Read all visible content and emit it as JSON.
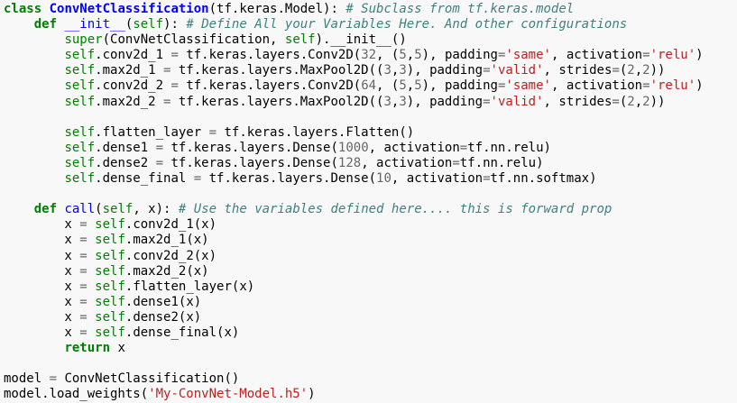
{
  "editor": {
    "language": "python",
    "background": "#f8f8f8",
    "token_colors": {
      "kw": "#008000",
      "cls": "#0000FF",
      "fn": "#0000FF",
      "bi": "#008000",
      "str": "#BA2121",
      "com": "#408080",
      "num": "#666666",
      "op": "#666666",
      "pl": "#000000"
    },
    "lines": [
      [
        {
          "t": "kw",
          "v": "class"
        },
        {
          "t": "pl",
          "v": " "
        },
        {
          "t": "cls",
          "v": "ConvNetClassification"
        },
        {
          "t": "pl",
          "v": "(tf.keras.Model): "
        },
        {
          "t": "com",
          "v": "# Subclass from tf.keras.model"
        }
      ],
      [
        {
          "t": "pl",
          "v": "    "
        },
        {
          "t": "kw",
          "v": "def"
        },
        {
          "t": "pl",
          "v": " "
        },
        {
          "t": "fn",
          "v": "__init__"
        },
        {
          "t": "pl",
          "v": "("
        },
        {
          "t": "bi",
          "v": "self"
        },
        {
          "t": "pl",
          "v": "): "
        },
        {
          "t": "com",
          "v": "# Define All your Variables Here. And other configurations"
        }
      ],
      [
        {
          "t": "pl",
          "v": "        "
        },
        {
          "t": "bi",
          "v": "super"
        },
        {
          "t": "pl",
          "v": "(ConvNetClassification, "
        },
        {
          "t": "bi",
          "v": "self"
        },
        {
          "t": "pl",
          "v": ").__init__()"
        }
      ],
      [
        {
          "t": "pl",
          "v": "        "
        },
        {
          "t": "bi",
          "v": "self"
        },
        {
          "t": "pl",
          "v": ".conv2d_1 "
        },
        {
          "t": "op",
          "v": "="
        },
        {
          "t": "pl",
          "v": " tf.keras.layers.Conv2D("
        },
        {
          "t": "num",
          "v": "32"
        },
        {
          "t": "pl",
          "v": ", ("
        },
        {
          "t": "num",
          "v": "5"
        },
        {
          "t": "pl",
          "v": ","
        },
        {
          "t": "num",
          "v": "5"
        },
        {
          "t": "pl",
          "v": "), padding"
        },
        {
          "t": "op",
          "v": "="
        },
        {
          "t": "str",
          "v": "'same'"
        },
        {
          "t": "pl",
          "v": ", activation"
        },
        {
          "t": "op",
          "v": "="
        },
        {
          "t": "str",
          "v": "'relu'"
        },
        {
          "t": "pl",
          "v": ")"
        }
      ],
      [
        {
          "t": "pl",
          "v": "        "
        },
        {
          "t": "bi",
          "v": "self"
        },
        {
          "t": "pl",
          "v": ".max2d_1 "
        },
        {
          "t": "op",
          "v": "="
        },
        {
          "t": "pl",
          "v": " tf.keras.layers.MaxPool2D(("
        },
        {
          "t": "num",
          "v": "3"
        },
        {
          "t": "pl",
          "v": ","
        },
        {
          "t": "num",
          "v": "3"
        },
        {
          "t": "pl",
          "v": "), padding"
        },
        {
          "t": "op",
          "v": "="
        },
        {
          "t": "str",
          "v": "'valid'"
        },
        {
          "t": "pl",
          "v": ", strides"
        },
        {
          "t": "op",
          "v": "="
        },
        {
          "t": "pl",
          "v": "("
        },
        {
          "t": "num",
          "v": "2"
        },
        {
          "t": "pl",
          "v": ","
        },
        {
          "t": "num",
          "v": "2"
        },
        {
          "t": "pl",
          "v": "))"
        }
      ],
      [
        {
          "t": "pl",
          "v": "        "
        },
        {
          "t": "bi",
          "v": "self"
        },
        {
          "t": "pl",
          "v": ".conv2d_2 "
        },
        {
          "t": "op",
          "v": "="
        },
        {
          "t": "pl",
          "v": " tf.keras.layers.Conv2D("
        },
        {
          "t": "num",
          "v": "64"
        },
        {
          "t": "pl",
          "v": ", ("
        },
        {
          "t": "num",
          "v": "5"
        },
        {
          "t": "pl",
          "v": ","
        },
        {
          "t": "num",
          "v": "5"
        },
        {
          "t": "pl",
          "v": "), padding"
        },
        {
          "t": "op",
          "v": "="
        },
        {
          "t": "str",
          "v": "'same'"
        },
        {
          "t": "pl",
          "v": ", activation"
        },
        {
          "t": "op",
          "v": "="
        },
        {
          "t": "str",
          "v": "'relu'"
        },
        {
          "t": "pl",
          "v": ")"
        }
      ],
      [
        {
          "t": "pl",
          "v": "        "
        },
        {
          "t": "bi",
          "v": "self"
        },
        {
          "t": "pl",
          "v": ".max2d_2 "
        },
        {
          "t": "op",
          "v": "="
        },
        {
          "t": "pl",
          "v": " tf.keras.layers.MaxPool2D(("
        },
        {
          "t": "num",
          "v": "3"
        },
        {
          "t": "pl",
          "v": ","
        },
        {
          "t": "num",
          "v": "3"
        },
        {
          "t": "pl",
          "v": "), padding"
        },
        {
          "t": "op",
          "v": "="
        },
        {
          "t": "str",
          "v": "'valid'"
        },
        {
          "t": "pl",
          "v": ", strides"
        },
        {
          "t": "op",
          "v": "="
        },
        {
          "t": "pl",
          "v": "("
        },
        {
          "t": "num",
          "v": "2"
        },
        {
          "t": "pl",
          "v": ","
        },
        {
          "t": "num",
          "v": "2"
        },
        {
          "t": "pl",
          "v": "))"
        }
      ],
      [],
      [
        {
          "t": "pl",
          "v": "        "
        },
        {
          "t": "bi",
          "v": "self"
        },
        {
          "t": "pl",
          "v": ".flatten_layer "
        },
        {
          "t": "op",
          "v": "="
        },
        {
          "t": "pl",
          "v": " tf.keras.layers.Flatten()"
        }
      ],
      [
        {
          "t": "pl",
          "v": "        "
        },
        {
          "t": "bi",
          "v": "self"
        },
        {
          "t": "pl",
          "v": ".dense1 "
        },
        {
          "t": "op",
          "v": "="
        },
        {
          "t": "pl",
          "v": " tf.keras.layers.Dense("
        },
        {
          "t": "num",
          "v": "1000"
        },
        {
          "t": "pl",
          "v": ", activation"
        },
        {
          "t": "op",
          "v": "="
        },
        {
          "t": "pl",
          "v": "tf.nn.relu)"
        }
      ],
      [
        {
          "t": "pl",
          "v": "        "
        },
        {
          "t": "bi",
          "v": "self"
        },
        {
          "t": "pl",
          "v": ".dense2 "
        },
        {
          "t": "op",
          "v": "="
        },
        {
          "t": "pl",
          "v": " tf.keras.layers.Dense("
        },
        {
          "t": "num",
          "v": "128"
        },
        {
          "t": "pl",
          "v": ", activation"
        },
        {
          "t": "op",
          "v": "="
        },
        {
          "t": "pl",
          "v": "tf.nn.relu)"
        }
      ],
      [
        {
          "t": "pl",
          "v": "        "
        },
        {
          "t": "bi",
          "v": "self"
        },
        {
          "t": "pl",
          "v": ".dense_final "
        },
        {
          "t": "op",
          "v": "="
        },
        {
          "t": "pl",
          "v": " tf.keras.layers.Dense("
        },
        {
          "t": "num",
          "v": "10"
        },
        {
          "t": "pl",
          "v": ", activation"
        },
        {
          "t": "op",
          "v": "="
        },
        {
          "t": "pl",
          "v": "tf.nn.softmax)"
        }
      ],
      [],
      [
        {
          "t": "pl",
          "v": "    "
        },
        {
          "t": "kw",
          "v": "def"
        },
        {
          "t": "pl",
          "v": " "
        },
        {
          "t": "fn",
          "v": "call"
        },
        {
          "t": "pl",
          "v": "("
        },
        {
          "t": "bi",
          "v": "self"
        },
        {
          "t": "pl",
          "v": ", x): "
        },
        {
          "t": "com",
          "v": "# Use the variables defined here.... this is forward prop"
        }
      ],
      [
        {
          "t": "pl",
          "v": "        x "
        },
        {
          "t": "op",
          "v": "="
        },
        {
          "t": "pl",
          "v": " "
        },
        {
          "t": "bi",
          "v": "self"
        },
        {
          "t": "pl",
          "v": ".conv2d_1(x)"
        }
      ],
      [
        {
          "t": "pl",
          "v": "        x "
        },
        {
          "t": "op",
          "v": "="
        },
        {
          "t": "pl",
          "v": " "
        },
        {
          "t": "bi",
          "v": "self"
        },
        {
          "t": "pl",
          "v": ".max2d_1(x)"
        }
      ],
      [
        {
          "t": "pl",
          "v": "        x "
        },
        {
          "t": "op",
          "v": "="
        },
        {
          "t": "pl",
          "v": " "
        },
        {
          "t": "bi",
          "v": "self"
        },
        {
          "t": "pl",
          "v": ".conv2d_2(x)"
        }
      ],
      [
        {
          "t": "pl",
          "v": "        x "
        },
        {
          "t": "op",
          "v": "="
        },
        {
          "t": "pl",
          "v": " "
        },
        {
          "t": "bi",
          "v": "self"
        },
        {
          "t": "pl",
          "v": ".max2d_2(x)"
        }
      ],
      [
        {
          "t": "pl",
          "v": "        x "
        },
        {
          "t": "op",
          "v": "="
        },
        {
          "t": "pl",
          "v": " "
        },
        {
          "t": "bi",
          "v": "self"
        },
        {
          "t": "pl",
          "v": ".flatten_layer(x)"
        }
      ],
      [
        {
          "t": "pl",
          "v": "        x "
        },
        {
          "t": "op",
          "v": "="
        },
        {
          "t": "pl",
          "v": " "
        },
        {
          "t": "bi",
          "v": "self"
        },
        {
          "t": "pl",
          "v": ".dense1(x)"
        }
      ],
      [
        {
          "t": "pl",
          "v": "        x "
        },
        {
          "t": "op",
          "v": "="
        },
        {
          "t": "pl",
          "v": " "
        },
        {
          "t": "bi",
          "v": "self"
        },
        {
          "t": "pl",
          "v": ".dense2(x)"
        }
      ],
      [
        {
          "t": "pl",
          "v": "        x "
        },
        {
          "t": "op",
          "v": "="
        },
        {
          "t": "pl",
          "v": " "
        },
        {
          "t": "bi",
          "v": "self"
        },
        {
          "t": "pl",
          "v": ".dense_final(x)"
        }
      ],
      [
        {
          "t": "pl",
          "v": "        "
        },
        {
          "t": "kw",
          "v": "return"
        },
        {
          "t": "pl",
          "v": " x"
        }
      ],
      [],
      [
        {
          "t": "pl",
          "v": "model "
        },
        {
          "t": "op",
          "v": "="
        },
        {
          "t": "pl",
          "v": " ConvNetClassification()"
        }
      ],
      [
        {
          "t": "pl",
          "v": "model.load_weights("
        },
        {
          "t": "str",
          "v": "'My-ConvNet-Model.h5'"
        },
        {
          "t": "pl",
          "v": ")"
        }
      ]
    ]
  }
}
